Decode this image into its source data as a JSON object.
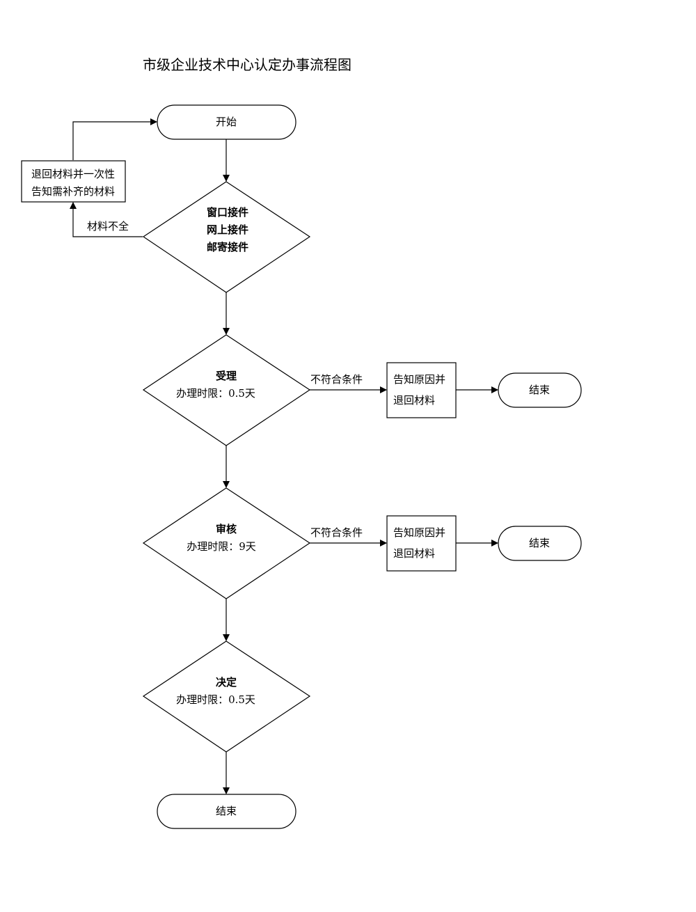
{
  "title": "市级企业技术中心认定办事流程图",
  "nodes": {
    "start": "开始",
    "return_box": [
      "退回材料并一次性",
      "告知需补齐的材料"
    ],
    "intake": [
      "窗口接件",
      "网上接件",
      "邮寄接件"
    ],
    "accept": {
      "name": "受理",
      "time": "办理时限：0.5天"
    },
    "review": {
      "name": "审核",
      "time": "办理时限：9天"
    },
    "decide": {
      "name": "决定",
      "time": "办理时限：0.5天"
    },
    "reject_box_1": [
      "告知原因并",
      "退回材料"
    ],
    "reject_box_2": [
      "告知原因并",
      "退回材料"
    ],
    "end_1": "结束",
    "end_2": "结束",
    "end_final": "结束"
  },
  "edges": {
    "incomplete": "材料不全",
    "not_qualified_1": "不符合条件",
    "not_qualified_2": "不符合条件"
  }
}
